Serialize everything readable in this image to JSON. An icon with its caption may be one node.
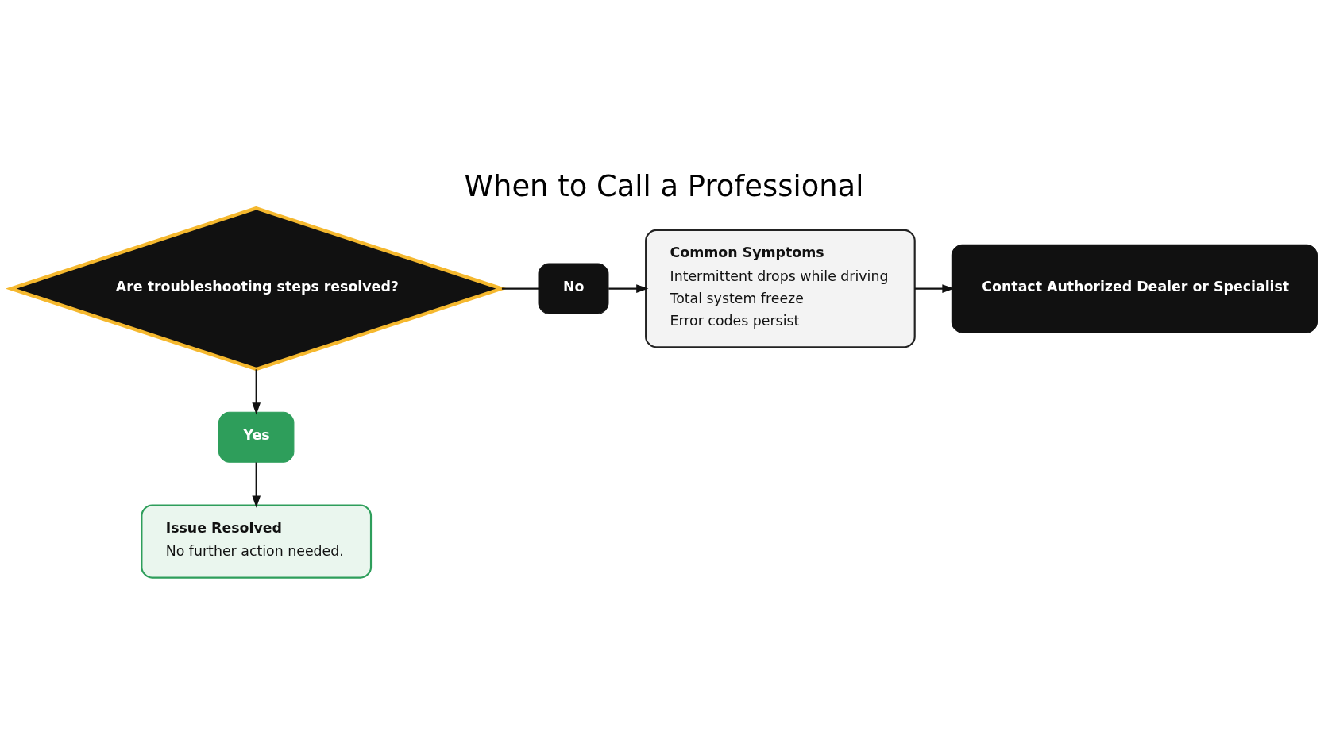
{
  "diagram": {
    "title": "When to Call a Professional",
    "nodes": [
      {
        "text": [
          "Are troubleshooting steps resolved?"
        ]
      },
      {
        "text": [
          "No"
        ]
      },
      {
        "text": [
          "Common Symptoms",
          "Intermittent drops while driving",
          "Total system freeze",
          "Error codes persist"
        ]
      },
      {
        "text": [
          "Contact Authorized Dealer or Specialist"
        ]
      },
      {
        "text": [
          "Yes"
        ]
      },
      {
        "text": [
          "Issue Resolved",
          "No further action needed."
        ]
      }
    ],
    "edges": [
      {
        "from": 0,
        "to": 1,
        "arrow": "none"
      },
      {
        "from": 1,
        "to": 2,
        "arrow": "to"
      },
      {
        "from": 2,
        "to": 3,
        "arrow": "to"
      },
      {
        "from": 0,
        "to": 4,
        "arrow": "to"
      },
      {
        "from": 4,
        "to": 5,
        "arrow": "to"
      }
    ]
  }
}
